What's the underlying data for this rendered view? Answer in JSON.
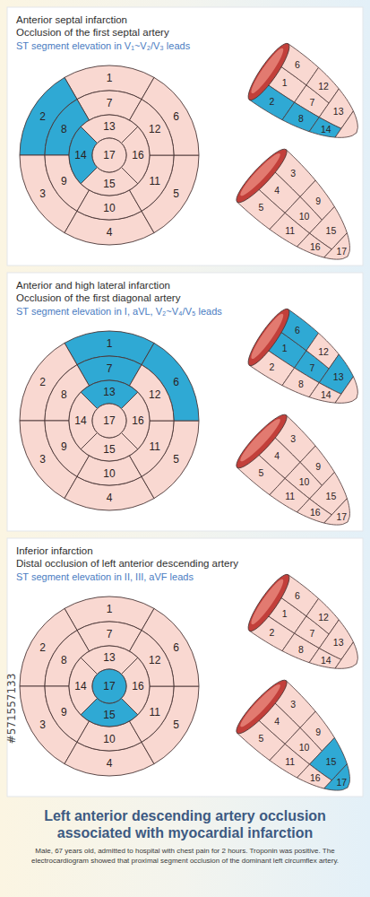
{
  "diagram": {
    "title": "Left anterior descending artery occlusion associated with myocardial infarction",
    "caption": "Male, 67 years old, admitted to hospital with chest pain for 2 hours. Troponin was positive. The electrocardiogram showed that proximal segment occlusion of the dominant left circumflex artery.",
    "nodes": [
      {
        "text": [
          "Anterior septal infarction",
          "Occlusion of the first septal artery",
          "ST segment elevation in V₁~V₂/V₃ leads"
        ]
      },
      {
        "text": [
          "Anterior and high lateral infarction",
          "Occlusion of the first diagonal  artery",
          "ST segment elevation in I, aVL, V₂~V₄/V₅ leads"
        ]
      },
      {
        "text": [
          "Inferior infarction",
          "Distal occlusion of left anterior descending artery",
          "ST segment elevation in II, III, aVF leads"
        ]
      }
    ],
    "labels": [
      "1",
      "2",
      "3",
      "4",
      "5",
      "6",
      "7",
      "8",
      "9",
      "10",
      "11",
      "12",
      "13",
      "14",
      "15",
      "16",
      "17",
      "1",
      "6",
      "7",
      "12",
      "2",
      "8",
      "13",
      "14",
      "3",
      "4",
      "5",
      "9",
      "10",
      "11",
      "15",
      "16",
      "17",
      "1",
      "2",
      "3",
      "4",
      "5",
      "6",
      "7",
      "8",
      "9",
      "10",
      "11",
      "12",
      "13",
      "14",
      "15",
      "16",
      "17",
      "1",
      "6",
      "7",
      "12",
      "2",
      "8",
      "13",
      "14",
      "3",
      "4",
      "5",
      "9",
      "10",
      "11",
      "15",
      "16",
      "17",
      "1",
      "2",
      "3",
      "4",
      "5",
      "6",
      "7",
      "8",
      "9",
      "10",
      "11",
      "12",
      "13",
      "14",
      "15",
      "16",
      "17",
      "1",
      "6",
      "7",
      "12",
      "2",
      "8",
      "13",
      "14",
      "3",
      "4",
      "5",
      "9",
      "10",
      "11",
      "15",
      "16",
      "17",
      "#571557133"
    ]
  }
}
